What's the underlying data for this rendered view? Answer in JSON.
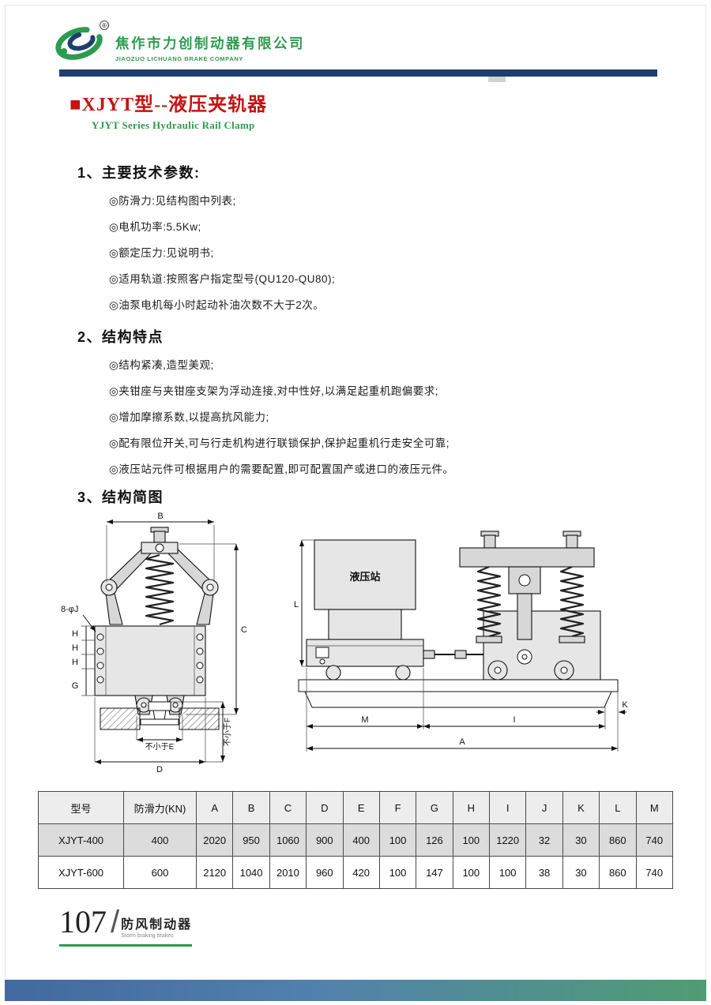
{
  "colors": {
    "brand_green": "#2e9b4e",
    "brand_navy": "#1c3f6e",
    "title_red": "#c41414",
    "table_header_bg": "#ededed",
    "table_alt_row_bg": "#dcdcdc"
  },
  "header": {
    "company_cn": "焦作市力创制动器有限公司",
    "company_en": "JIAOZUO LICHUANG BRAKE COMPANY",
    "registered_mark": "®"
  },
  "title": {
    "text": "■XJYT型--液压夹轨器",
    "en": "YJYT Series Hydraulic Rail Clamp"
  },
  "sections": [
    {
      "heading": "1、主要技术参数:",
      "items": [
        "◎防滑力:见结构图中列表;",
        "◎电机功率:5.5Kw;",
        "◎额定压力:见说明书;",
        "◎适用轨道:按照客户指定型号(QU120-QU80);",
        "◎油泵电机每小时起动补油次数不大于2次。"
      ]
    },
    {
      "heading": "2、结构特点",
      "items": [
        "◎结构紧凑,造型美观;",
        "◎夹钳座与夹钳座支架为浮动连接,对中性好,以满足起重机跑偏要求;",
        "◎增加摩擦系数,以提高抗风能力;",
        "◎配有限位开关,可与行走机构进行联锁保护,保护起重机行走安全可靠;",
        "◎液压站元件可根据用户的需要配置,即可配置国产或进口的液压元件。"
      ]
    },
    {
      "heading": "3、结构简图",
      "items": []
    }
  ],
  "diagram_left": {
    "labels": {
      "b": "B",
      "c": "C",
      "holes": "8-φJ",
      "h": "H",
      "g": "G",
      "min_e": "不小于E",
      "d": "D",
      "min_f": "不小于F"
    }
  },
  "diagram_right": {
    "labels": {
      "station": "液压站",
      "l": "L",
      "m": "M",
      "i": "I",
      "a": "A",
      "k": "K"
    }
  },
  "table": {
    "headers": [
      "型号",
      "防滑力(KN)",
      "A",
      "B",
      "C",
      "D",
      "E",
      "F",
      "G",
      "H",
      "I",
      "J",
      "K",
      "L",
      "M"
    ],
    "rows": [
      [
        "XJYT-400",
        "400",
        "2020",
        "950",
        "1060",
        "900",
        "400",
        "100",
        "126",
        "100",
        "1220",
        "32",
        "30",
        "860",
        "740"
      ],
      [
        "XJYT-600",
        "600",
        "2120",
        "1040",
        "2010",
        "960",
        "420",
        "100",
        "147",
        "100",
        "100",
        "38",
        "30",
        "860",
        "740"
      ]
    ]
  },
  "footer": {
    "page_number": "107",
    "divider": "/",
    "label_cn": "防风制动器",
    "label_en": "Storm braking brakes"
  }
}
